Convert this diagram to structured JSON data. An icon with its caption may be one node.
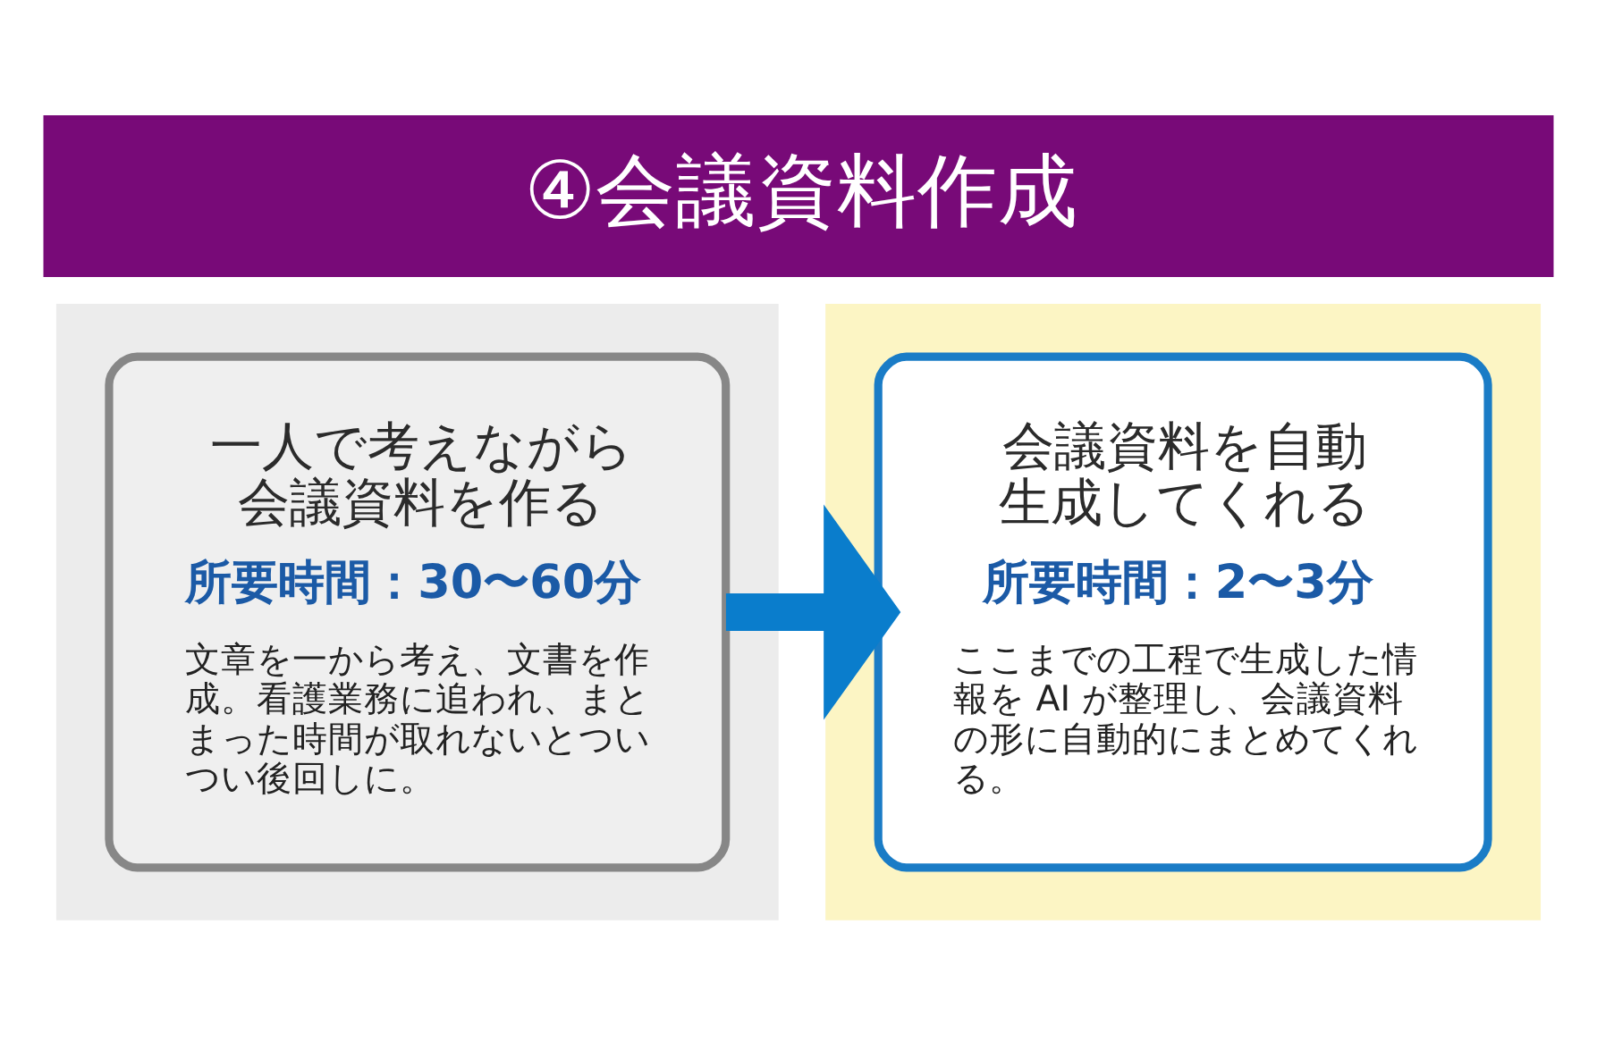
{
  "diagram": {
    "title": "④会議資料作成",
    "nodes": [
      {
        "text": [],
        "shape": "box"
      },
      {
        "text": [
          "一人で考えながら会議資料を作る",
          "所要時間：30〜60分",
          "文章を一から考え、文書を作成。看護業務に追われ、まとまった時間が取れないとついつい後回しに。"
        ],
        "in": 0
      },
      {
        "text": [],
        "shape": "box"
      },
      {
        "text": [
          "会議資料を自動生成してくれる",
          "所要時間：2〜3分",
          "ここまでの工程で生成した情報を AI が整理し、会議資料の形に自動的にまとめてくれる。"
        ],
        "in": 2
      }
    ],
    "edges": [
      {
        "from": 1,
        "to": 3,
        "arrow": "to",
        "color": "#0a7dcc"
      }
    ]
  }
}
